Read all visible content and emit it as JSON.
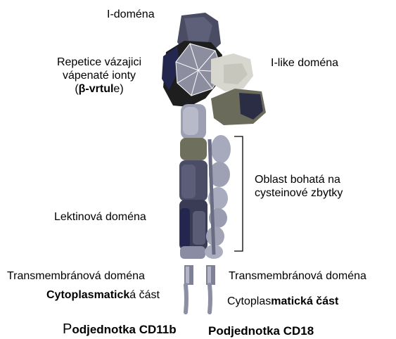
{
  "labels": {
    "i_domain": "I-doména",
    "calcium_repeats": {
      "line1": "Repetice vázajici",
      "line2": "vápenaté ionty",
      "line3_open": "(",
      "line3_bold": "β-vrtul",
      "line3_rest": "e)"
    },
    "i_like_domain": "I-like doména",
    "cysteine_region": {
      "line1": "Oblast bohatá na",
      "line2": "cysteinové zbytky"
    },
    "lectin_domain": "Lektinová doména",
    "transmembrane_left": "Transmembránová doména",
    "transmembrane_right": "Transmembránová doména",
    "cytoplasmic_left": {
      "bold": "Cytoplasmatick",
      "rest": "á část"
    },
    "cytoplasmic_right": {
      "rest": "Cytoplas",
      "bold": "matická část"
    },
    "subunit_cd11b": {
      "first": "P",
      "rest": "odjednotka CD11b"
    },
    "subunit_cd18": "Podjednotka CD18"
  },
  "colors": {
    "dark": "#1c1c1c",
    "navy": "#23264e",
    "slate": "#5a5d78",
    "grey_blue": "#8a8ca6",
    "light_grey_blue": "#b9bbcc",
    "olive_grey": "#6f6f5e",
    "pale": "#d6d6cf"
  }
}
